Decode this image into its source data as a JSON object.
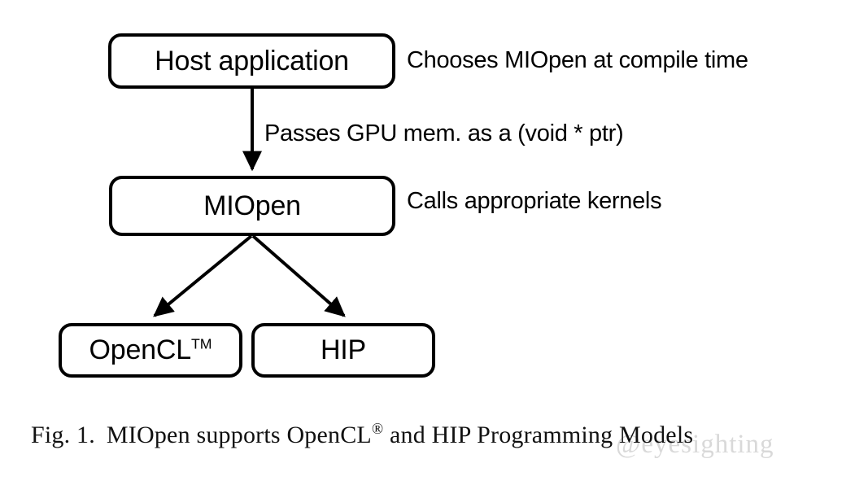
{
  "figure": {
    "nodes": [
      {
        "id": "host-application",
        "label": "Host application"
      },
      {
        "id": "miopen",
        "label": "MIOpen"
      },
      {
        "id": "opencl",
        "label": "OpenCL",
        "superscript": "TM"
      },
      {
        "id": "hip",
        "label": "HIP"
      }
    ],
    "annotations": [
      {
        "id": "compile-time",
        "text": "Chooses MIOpen at compile time"
      },
      {
        "id": "passes-mem",
        "text": "Passes GPU mem. as a (void * ptr)"
      },
      {
        "id": "calls-kernels",
        "text": "Calls appropriate kernels"
      }
    ],
    "edges": [
      {
        "id": "host-to-miopen",
        "from": "host-application",
        "to": "miopen"
      },
      {
        "id": "miopen-to-opencl",
        "from": "miopen",
        "to": "opencl"
      },
      {
        "id": "miopen-to-hip",
        "from": "miopen",
        "to": "hip"
      }
    ],
    "caption": {
      "figure_number": "Fig. 1.",
      "text_before_mark": "MIOpen supports OpenCL",
      "registered_mark": "®",
      "text_after_mark": " and HIP Programming Models"
    },
    "watermark": "@eyesighting"
  },
  "colors": {
    "stroke": "#000000",
    "background": "#ffffff",
    "text": "#000000",
    "watermark": "#d9d9d9"
  }
}
